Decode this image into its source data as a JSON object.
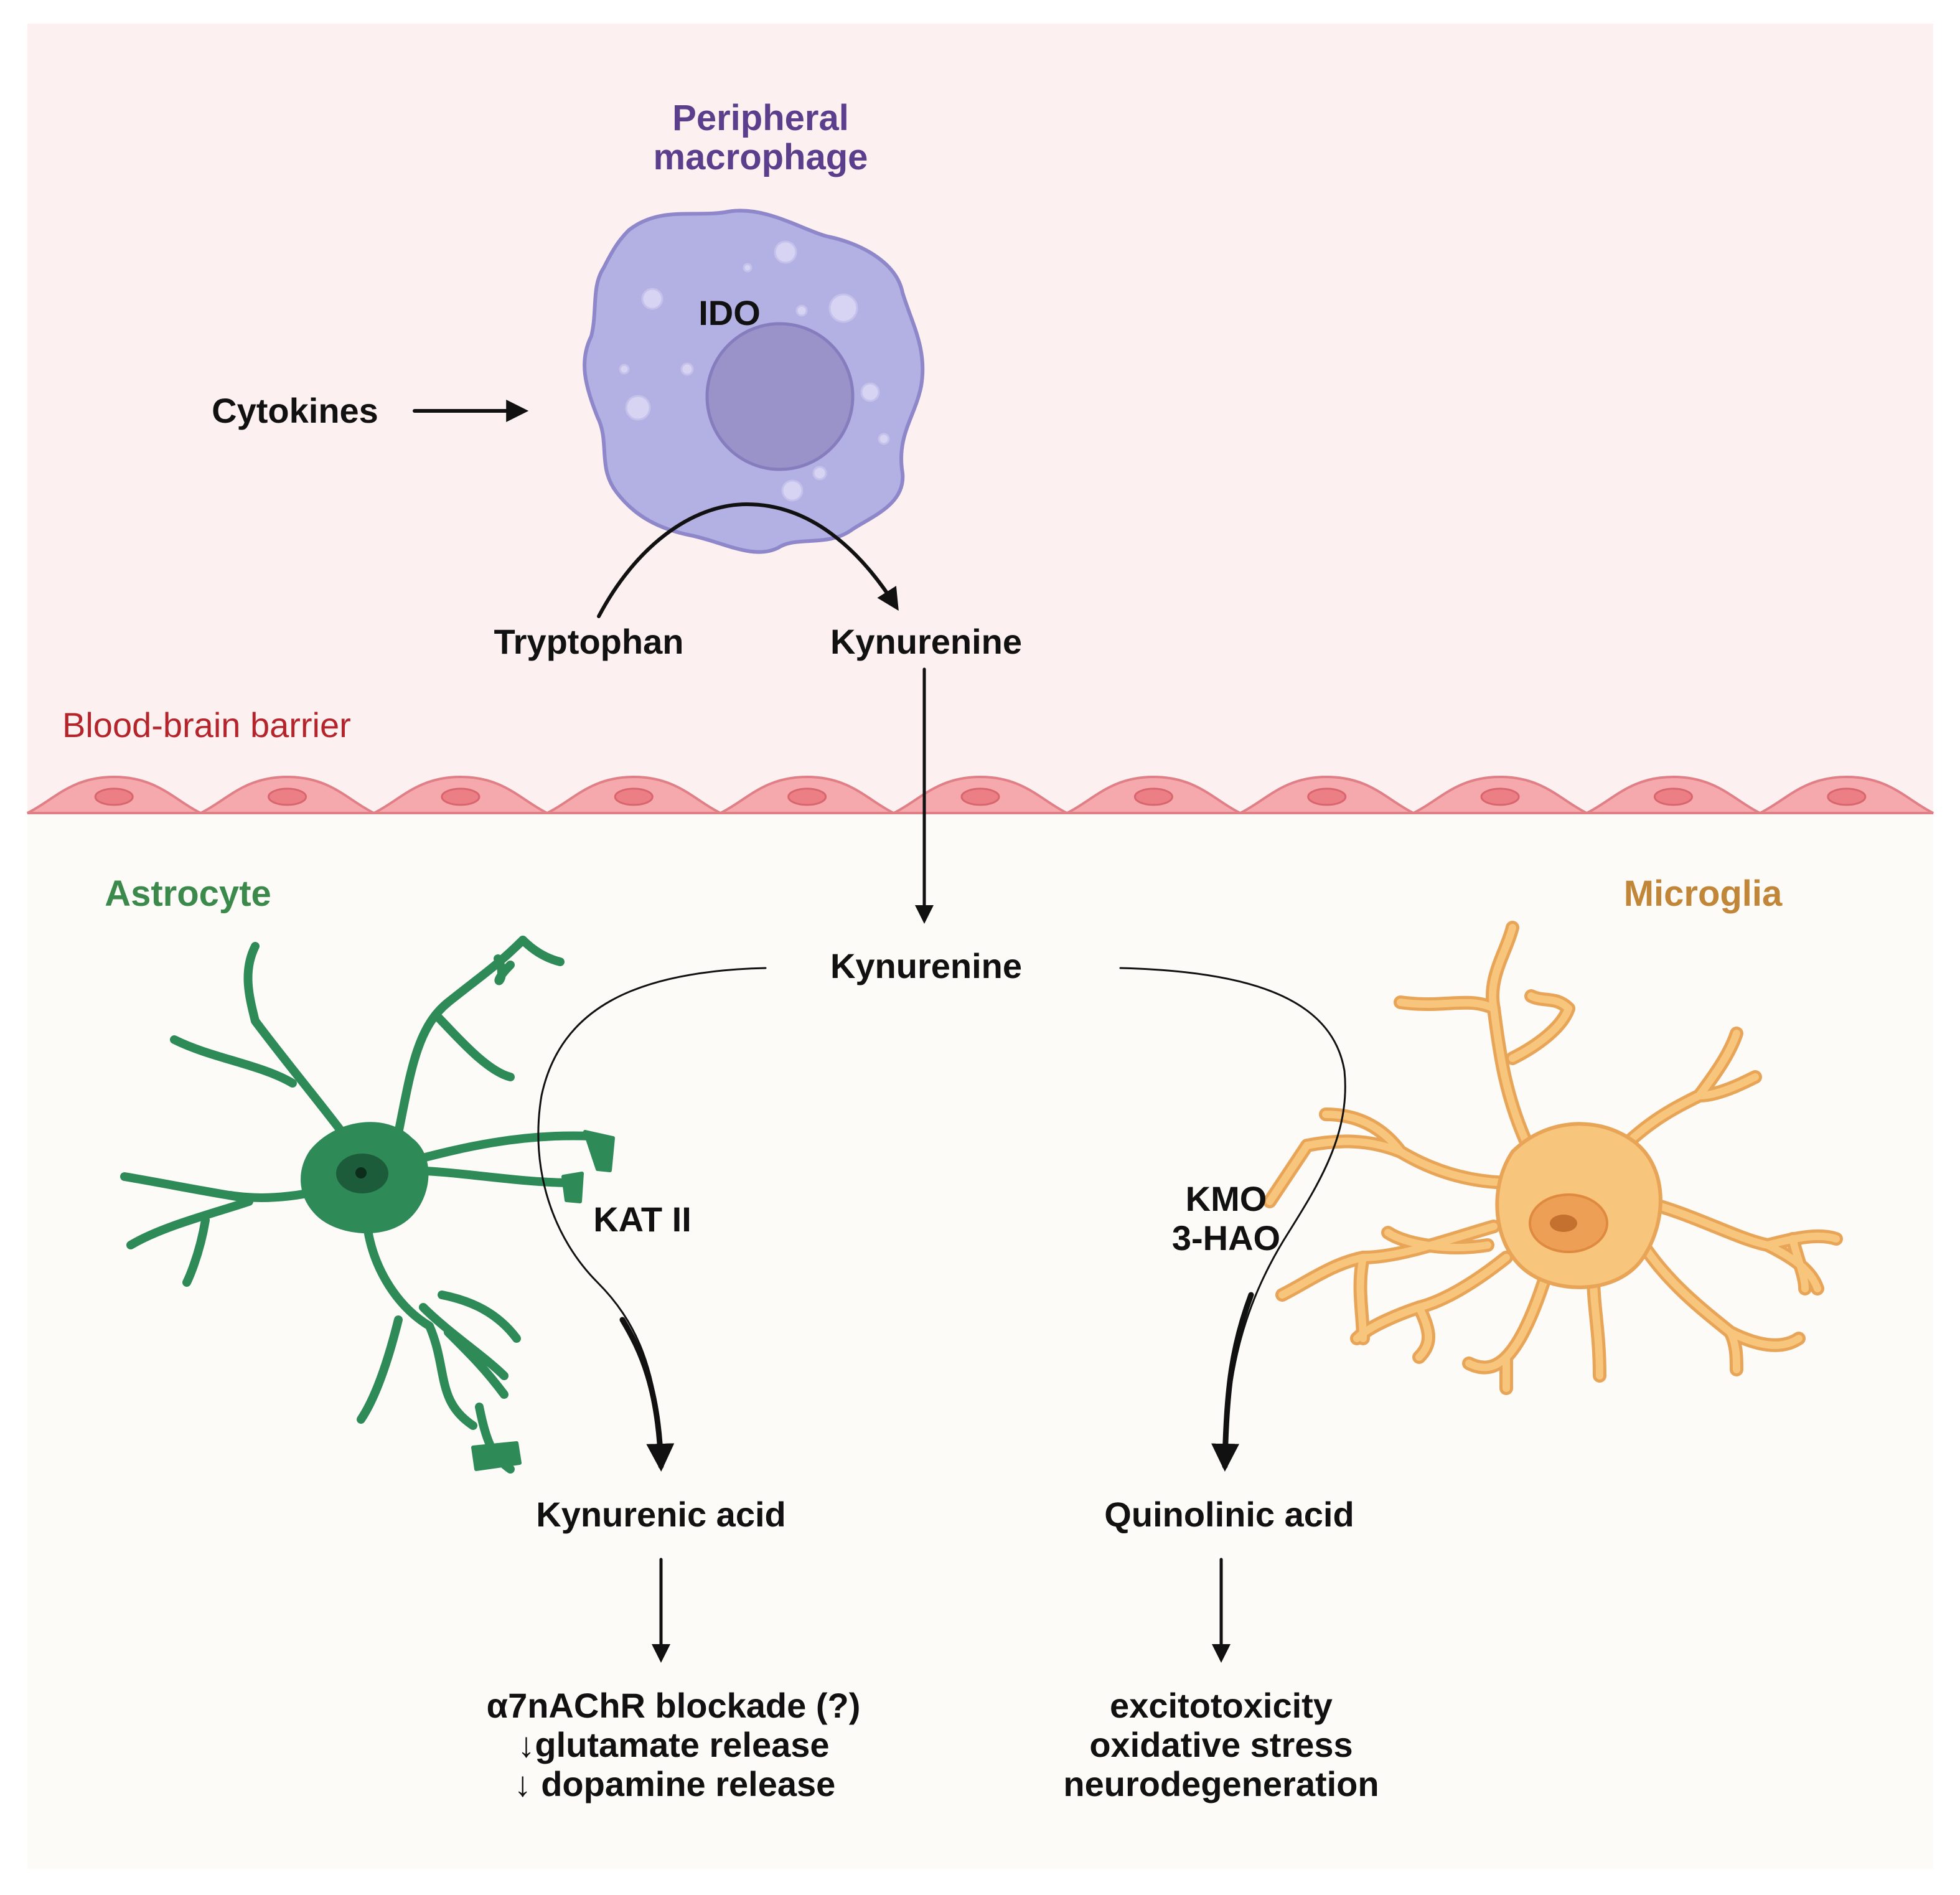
{
  "colors": {
    "periphery_bg": "#fdf0f1",
    "brain_bg": "#fcfbf8",
    "macrophage": "#b3b1e3",
    "macrophage_nucleus": "#9a93c9",
    "endothelial": "#f5a9ad",
    "astrocyte": "#2e8b57",
    "microglia": "#f7c57c",
    "macrophage_title": "#5b3f8c",
    "astrocyte_title": "#3b8a4c",
    "microglia_title": "#c28638",
    "bbb_text": "#b3242b",
    "text": "#111111"
  },
  "periphery": {
    "macrophage_title": [
      "Peripheral",
      "macrophage"
    ],
    "enzyme": "IDO",
    "stimulus": "Cytokines",
    "substrate": "Tryptophan",
    "product": "Kynurenine"
  },
  "barrier": {
    "label": "Blood-brain barrier",
    "cell_count": 11
  },
  "brain": {
    "kynurenine": "Kynurenine",
    "astrocyte": {
      "title": "Astrocyte",
      "enzyme": "KAT II",
      "product": "Kynurenic acid",
      "effects": [
        "α7nAChR blockade (?)",
        "↓glutamate release",
        "↓ dopamine release"
      ]
    },
    "microglia": {
      "title": "Microglia",
      "enzymes": [
        "KMO",
        "3-HAO"
      ],
      "product": "Quinolinic acid",
      "effects": [
        "excitotoxicity",
        "oxidative stress",
        "neurodegeneration"
      ]
    }
  }
}
